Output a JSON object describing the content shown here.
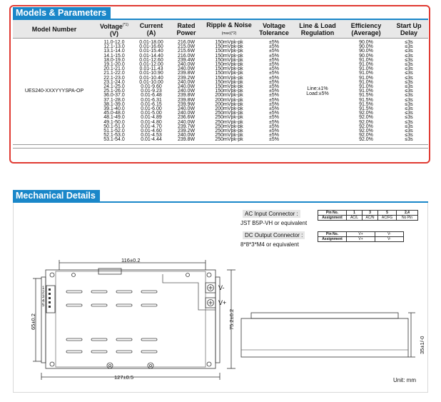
{
  "sections": {
    "models_title": "Models & Parameters",
    "mech_title": "Mechanical Details"
  },
  "table": {
    "headers": {
      "model": "Model Number",
      "voltage": "Voltage",
      "voltage_note": "(*1)",
      "voltage_unit": "(V)",
      "current": "Current",
      "current_unit": "(A)",
      "power": "Rated Power",
      "ripple": "Ripple & Noise",
      "ripple_note": "(max)(*2)",
      "tolerance": "Voltage Tolerance",
      "regulation": "Line & Load Regulation",
      "efficiency": "Efficiency (Average)",
      "startup": "Start Up Delay"
    },
    "model_number": "UES240-XXXYYYSPA-OP",
    "regulation": "Line:±1%\nLoad:±5%",
    "voltage": "11.0-12.0\n12.1-13.0\n13.1-14.0\n14.1-15.0\n18.0-19.0\n19.1-20.0\n20.1-21.0\n21.1-22.0\n22.1-23.0\n23.1-24.0\n24.1-25.0\n25.1-26.0\n36.0-37.0\n37.1-28.0\n38.1-39.0\n39.1-40.0\n45.0-48.0\n48.1-49.0\n49.1-50.0\n50.1-51.0\n51.1-52.0\n52.1-53.0\n53.1-54.0",
    "current": "0.01-18.00\n0.01-16.60\n0.01-15.40\n0.01-14.40\n0.01-12.60\n0.01-12.00\n0.01-11.43\n0.01-10.90\n0.01-10.40\n0.01-10.00\n0.01-9.60\n0.01-9.23\n0.01-6.48\n0.01-6.31\n0.01-6.15\n0.01-6.00\n0.01-5.00\n0.01-4.89\n0.01-4.80\n0.01-4.70\n0.01-4.60\n0.01-4.53\n0.01-4.44",
    "power": "216.0W\n215.0W\n215.6W\n216.0W\n239.4W\n240.0W\n240.0W\n239.8W\n239.2W\n240.0W\n240.0W\n240.0W\n239.8W\n239.8W\n239.9W\n240.0W\n240.0W\n236.6W\n240.0W\n239.7W\n239.2W\n240.0W\n239.8W",
    "ripple": "150mVpk-pk\n150mVpk-pk\n150mVpk-pk\n150mVpk-pk\n150mVpk-pk\n150mVpk-pk\n150mVpk-pk\n150mVpk-pk\n150mVpk-pk\n150mVpk-pk\n150mVpk-pk\n150mVpk-pk\n200mVpk-pk\n200mVpk-pk\n200mVpk-pk\n200mVpk-pk\n250mVpk-pk\n250mVpk-pk\n250mVpk-pk\n250mVpk-pk\n250mVpk-pk\n250mVpk-pk\n250mVpk-pk",
    "tolerance": "±5%\n±5%\n±5%\n±5%\n±5%\n±5%\n±5%\n±5%\n±5%\n±5%\n±5%\n±5%\n±5%\n±5%\n±5%\n±5%\n±5%\n±5%\n±5%\n±5%\n±5%\n±5%\n±5%",
    "efficiency": "90.0%\n90.0%\n90.0%\n90.0%\n91.0%\n91.0%\n91.0%\n91.0%\n91.0%\n91.0%\n91.0%\n91.0%\n91.5%\n91.5%\n91.5%\n91.5%\n92.0%\n92.0%\n92.0%\n92.0%\n92.0%\n92.0%\n92.0%",
    "startup": "≤3s\n≤3s\n≤3s\n≤3s\n≤3s\n≤3s\n≤3s\n≤3s\n≤3s\n≤3s\n≤3s\n≤3s\n≤3s\n≤3s\n≤3s\n≤3s\n≤3s\n≤3s\n≤3s\n≤3s\n≤3s\n≤3s\n≤3s"
  },
  "ac_connector": {
    "title": "AC Input Connector :",
    "part": "JST B5P-VH or equivalent",
    "row1": [
      "Pin No.",
      "1",
      "3",
      "5",
      "2,4"
    ],
    "row2": [
      "Assignment",
      "AC/L",
      "AC/N",
      "AC/FG",
      "No Pin"
    ]
  },
  "dc_connector": {
    "title": "DC Output Connector :",
    "part": "8*8*3*M4 or equivalent",
    "row1": [
      "Pin No.",
      "V+",
      "V-"
    ],
    "row2": [
      "Assignment",
      "V+",
      "V-"
    ]
  },
  "dimensions": {
    "top_width": "116±0.2",
    "bottom_width": "127±0.5",
    "left_height": "65±0.2",
    "right_height": "75.2±0.2",
    "side_height": "35±1/-0",
    "v_minus": "V-",
    "v_plus": "V+",
    "pins": [
      "1",
      "2",
      "3",
      "4",
      "5"
    ],
    "unit": "Unit: mm"
  }
}
